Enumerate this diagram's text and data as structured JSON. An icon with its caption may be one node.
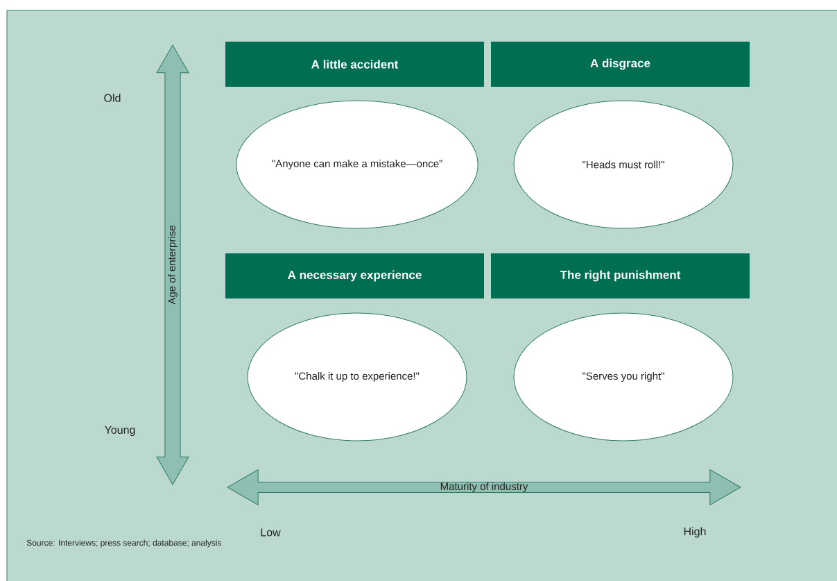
{
  "diagram": {
    "nodes": [
      {
        "text": [
          "A little accident"
        ]
      },
      {
        "text": [
          "A disgrace"
        ]
      },
      {
        "text": [
          "\"Anyone can make a mistake—once”"
        ]
      },
      {
        "text": [
          "\"Heads must roll!\""
        ]
      },
      {
        "text": [
          "A necessary experience"
        ]
      },
      {
        "text": [
          "The right punishment"
        ]
      },
      {
        "text": [
          "\"Chalk it up to experience!\""
        ]
      },
      {
        "text": [
          "\"Serves you right\""
        ]
      },
      {
        "text": [
          "Age of enterprise"
        ]
      },
      {
        "text": [
          "Maturity of industry"
        ]
      }
    ],
    "labels": [
      "Old",
      "Young",
      "Low",
      "High",
      "Source: Interviews; press search; database; analysis"
    ]
  }
}
